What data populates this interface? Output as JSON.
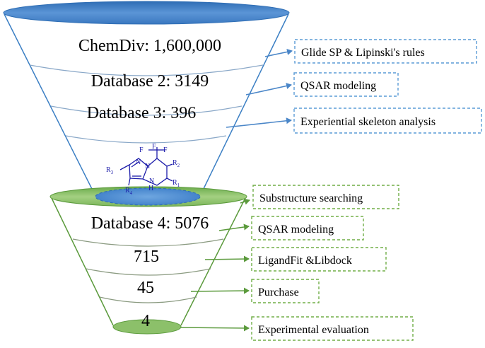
{
  "colors": {
    "top_funnel_stroke": "#3b7fc4",
    "top_funnel_rim": "#4a86c8",
    "top_box_border": "#5a9bd5",
    "bottom_funnel_stroke": "#5b9a3c",
    "bottom_funnel_rim": "#8cc06a",
    "bottom_box_border": "#70ad47",
    "molecule_color": "#1c1caa"
  },
  "top_funnel": {
    "stages": [
      {
        "label": "ChemDiv: 1,600,000",
        "box": "Glide SP & Lipinski's rules"
      },
      {
        "label": "Database 2: 3149",
        "box": "QSAR modeling"
      },
      {
        "label": "Database 3: 396",
        "box": "Experiential skeleton analysis"
      }
    ]
  },
  "molecule": {
    "f1": "F",
    "f2": "F",
    "f3": "F",
    "r1": "R",
    "r1_sub": "1",
    "r2": "R",
    "r2_sub": "2",
    "r3": "R",
    "r3_sub": "3",
    "r4": "R",
    "r4_sub": "4",
    "n1": "N",
    "n2": "N",
    "nh_n": "N",
    "nh_h": "H"
  },
  "bottom_funnel": {
    "stages": [
      {
        "label": "",
        "box": "Substructure searching"
      },
      {
        "label": "Database 4: 5076",
        "box": "QSAR modeling"
      },
      {
        "label": "715",
        "box": "LigandFit &Libdock"
      },
      {
        "label": "45",
        "box": "Purchase"
      },
      {
        "label": "4",
        "box": "Experimental evaluation"
      }
    ]
  }
}
